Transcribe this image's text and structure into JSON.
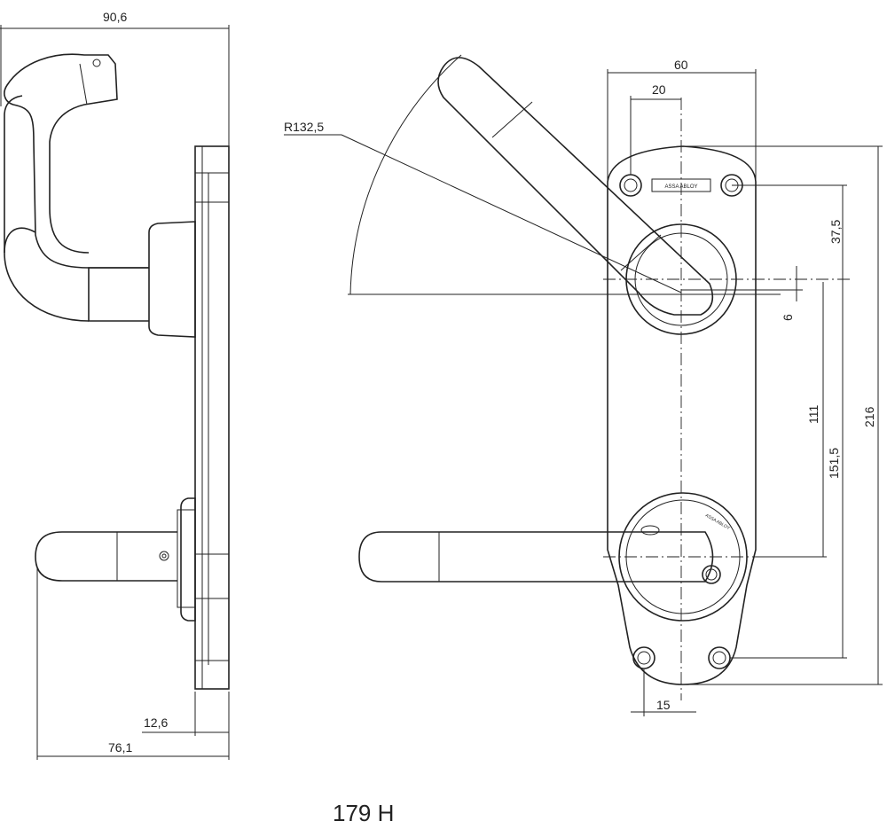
{
  "caption": "179 H",
  "brand_plate_text": "ASSA ABLOY",
  "rosette_mark": "ASSA ABLOY",
  "dimensions": {
    "side_width": "90,6",
    "side_projection": "76,1",
    "plate_thickness": "12,6",
    "plate_width": "60",
    "screw_spacing_top": "20",
    "radius": "R132,5",
    "offset_top": "37,5",
    "spindle_offset": "6",
    "spindle_to_key": "111",
    "center_to_center": "151,5",
    "plate_height": "216",
    "bottom_screw_spacing": "15"
  }
}
